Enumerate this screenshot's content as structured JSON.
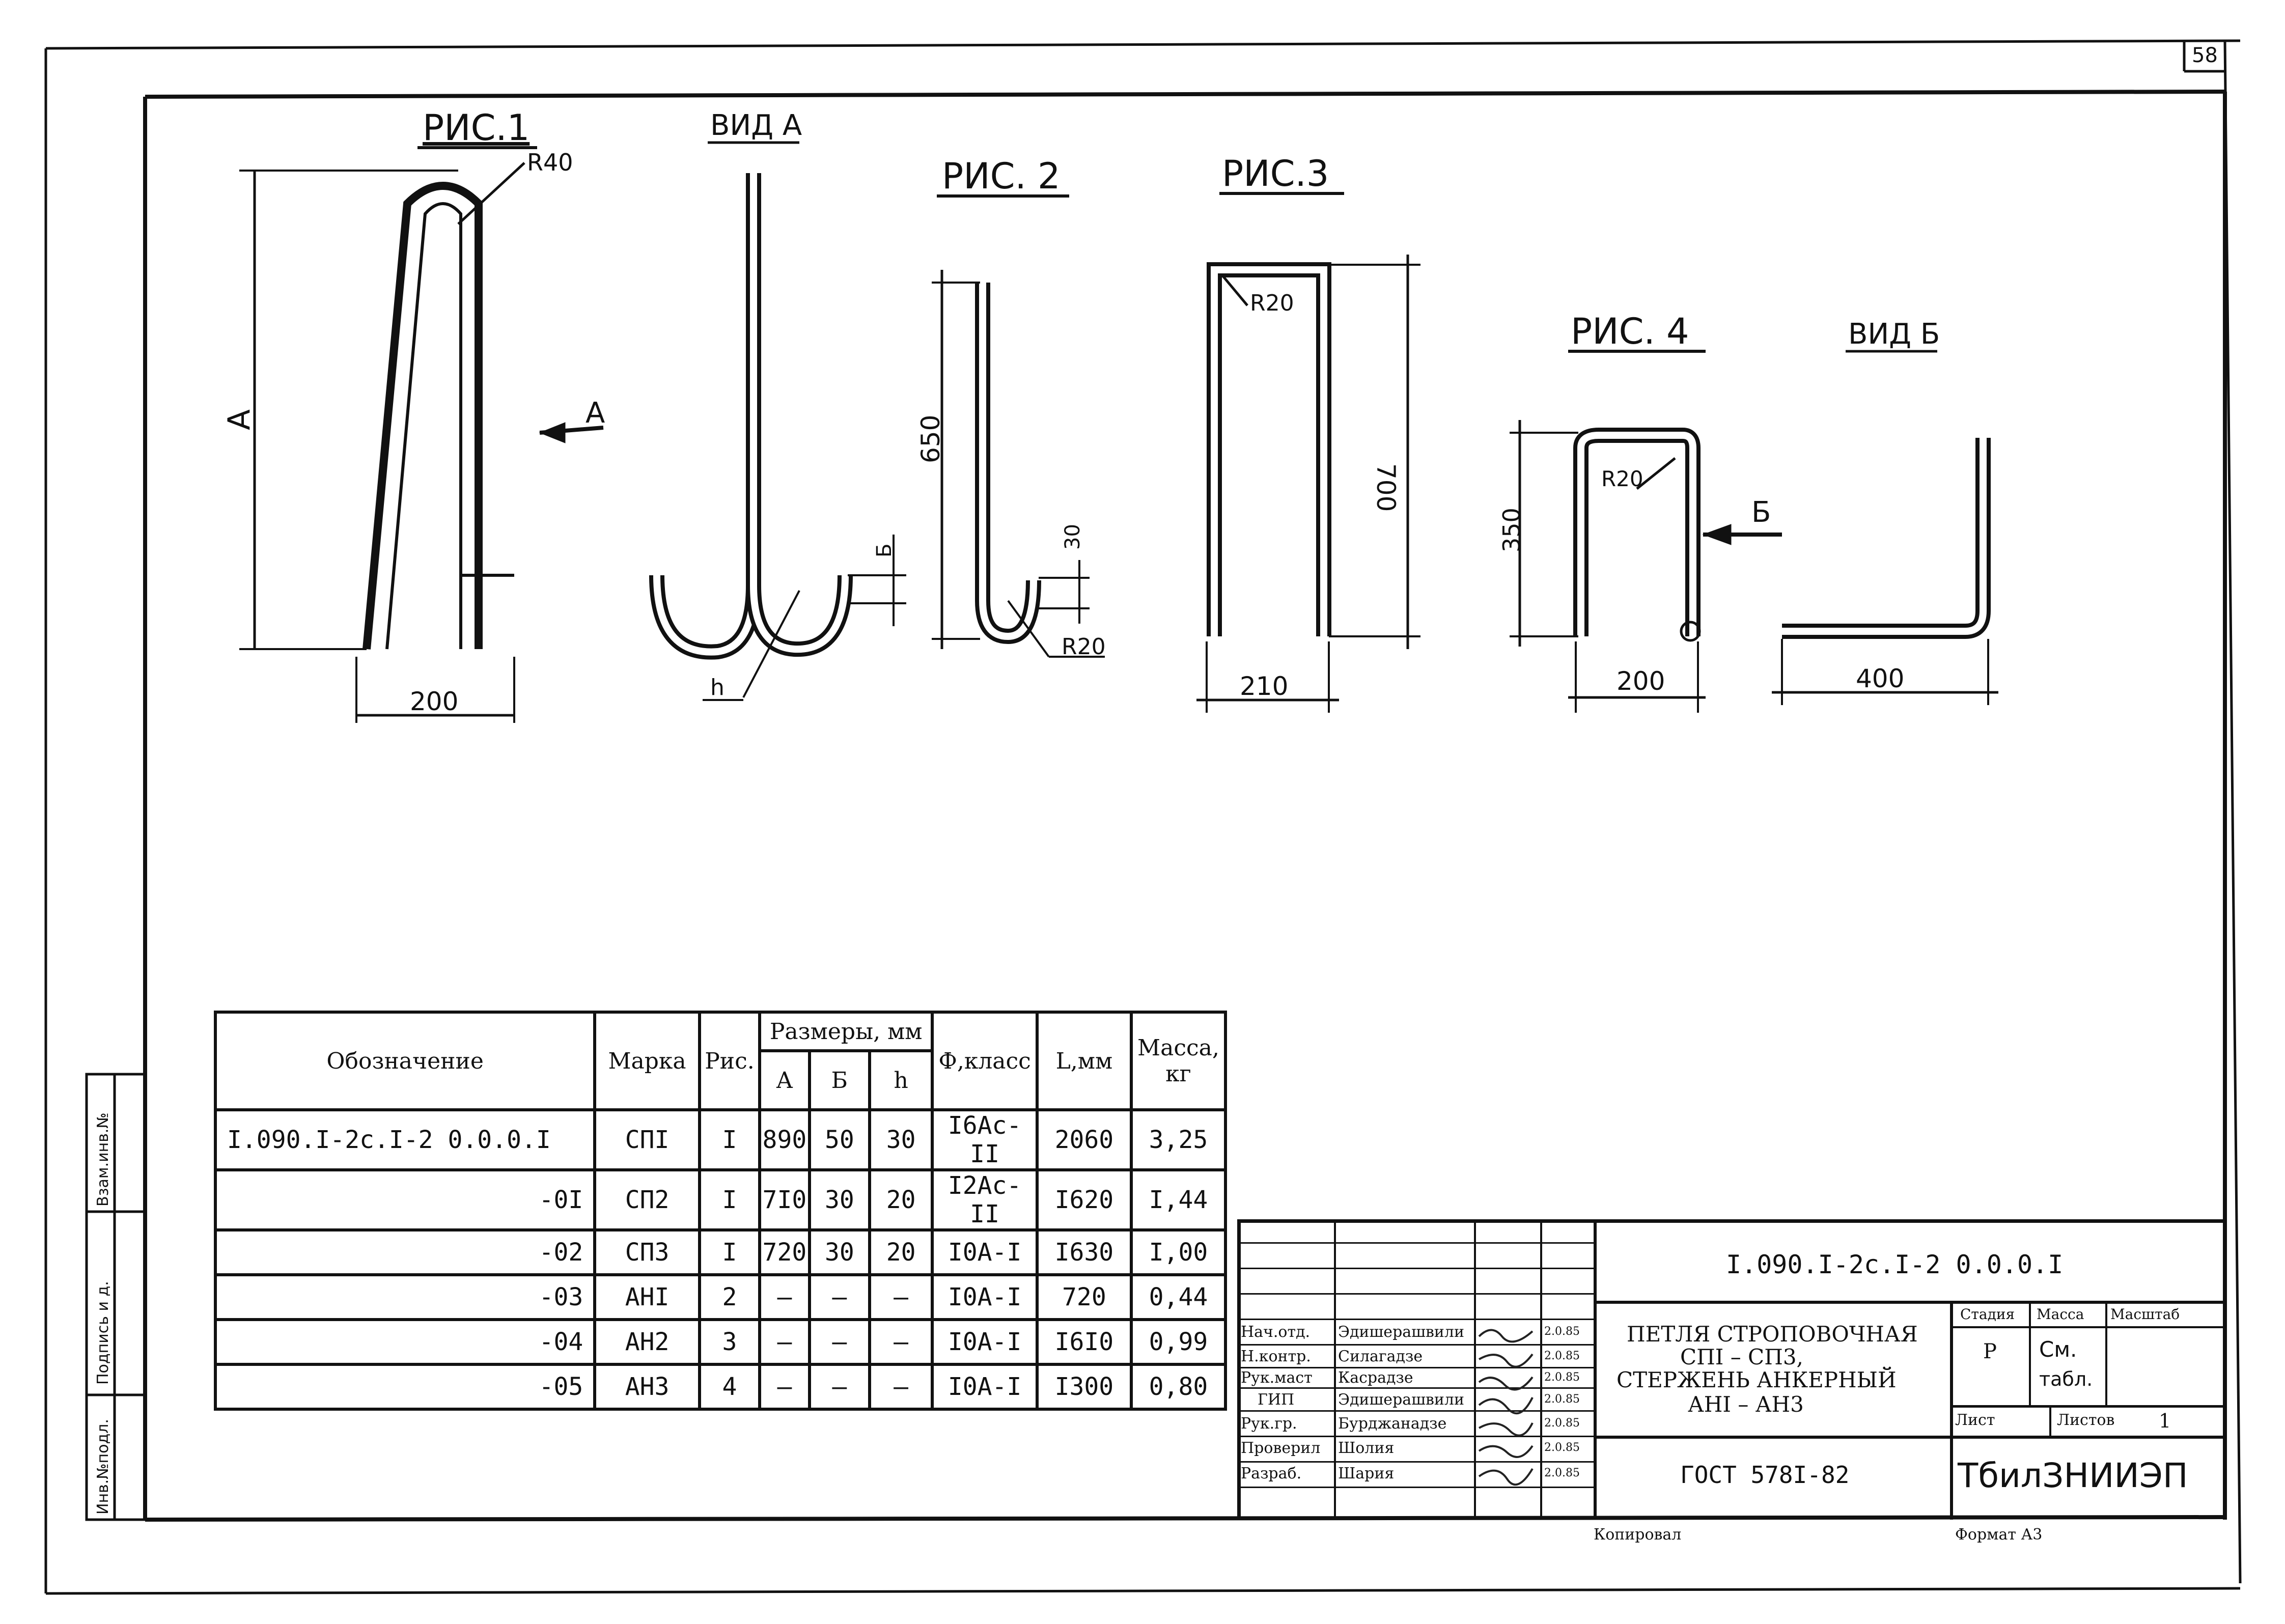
{
  "sheet_number": "58",
  "figures": {
    "fig1_label": "РИС.1",
    "viewA_label": "ВИД А",
    "fig2_label": "РИС. 2",
    "fig3_label": "РИС.3",
    "fig4_label": "РИС. 4",
    "viewB_label": "ВИД Б",
    "fig1_radius": "R40",
    "fig1_height": "А",
    "fig1_width": "200",
    "fig1_arrow": "А",
    "viewA_h": "h",
    "fig2_height": "650",
    "fig2_b": "Б",
    "fig2_30": "30",
    "fig2_radius": "R20",
    "fig3_radius": "R20",
    "fig3_height": "700",
    "fig3_width": "210",
    "fig4_radius": "R20",
    "fig4_height": "350",
    "fig4_width": "200",
    "fig4_arrow": "Б",
    "viewB_width": "400"
  },
  "table": {
    "headers": {
      "designation": "Обозначение",
      "mark": "Марка",
      "fig": "Рис.",
      "sizes": "Размеры, мм",
      "a": "А",
      "b": "Б",
      "h": "h",
      "class": "Ф,класс",
      "length": "L,мм",
      "mass": "Масса, кг"
    },
    "rows": [
      {
        "code": "I.090.I-2c.I-2 0.0.0.I",
        "mark": "СПI",
        "fig": "I",
        "a": "890",
        "b": "50",
        "h": "30",
        "class": "I6Ac-II",
        "length": "2060",
        "mass": "3,25"
      },
      {
        "code": "-0I",
        "mark": "СП2",
        "fig": "I",
        "a": "7I0",
        "b": "30",
        "h": "20",
        "class": "I2Ac-II",
        "length": "I620",
        "mass": "I,44"
      },
      {
        "code": "-02",
        "mark": "СП3",
        "fig": "I",
        "a": "720",
        "b": "30",
        "h": "20",
        "class": "I0A-I",
        "length": "I630",
        "mass": "I,00"
      },
      {
        "code": "-03",
        "mark": "АНI",
        "fig": "2",
        "a": "–",
        "b": "–",
        "h": "–",
        "class": "I0A-I",
        "length": "720",
        "mass": "0,44"
      },
      {
        "code": "-04",
        "mark": "АН2",
        "fig": "3",
        "a": "–",
        "b": "–",
        "h": "–",
        "class": "I0A-I",
        "length": "I6I0",
        "mass": "0,99"
      },
      {
        "code": "-05",
        "mark": "АН3",
        "fig": "4",
        "a": "–",
        "b": "–",
        "h": "–",
        "class": "I0A-I",
        "length": "I300",
        "mass": "0,80"
      }
    ]
  },
  "side_stamp": {
    "inv": "Инв.№подл.",
    "sign": "Подпись и д.",
    "replace": "Взам.инв.№"
  },
  "title_block": {
    "doc_code": "I.090.I-2c.I-2 0.0.0.I",
    "title_line1": "ПЕТЛЯ СТРОПОВОЧНАЯ",
    "title_line2": "СПI – СП3,",
    "title_line3": "СТЕРЖЕНЬ АНКЕРНЫЙ",
    "title_line4": "АНI – АН3",
    "standard": "ГОСТ 578I-82",
    "organization": "ТбилЗНИИЭП",
    "stage_label": "Стадия",
    "mass_label": "Масса",
    "scale_label": "Масштаб",
    "stage_value": "Р",
    "mass_value_1": "См.",
    "mass_value_2": "табл.",
    "sheet_label": "Лист",
    "sheets_label": "Листов",
    "sheets_value": "1",
    "roles": [
      {
        "role": "Нач.отд.",
        "name": "Эдишерашвили",
        "date": "2.0.85"
      },
      {
        "role": "Н.контр.",
        "name": "Силагадзе",
        "date": "2.0.85"
      },
      {
        "role": "Рук.маст",
        "name": "Касрадзе",
        "date": "2.0.85"
      },
      {
        "role": "ГИП",
        "name": "Эдишерашвили",
        "date": "2.0.85"
      },
      {
        "role": "Рук.гр.",
        "name": "Бурджанадзе",
        "date": "2.0.85"
      },
      {
        "role": "Проверил",
        "name": "Шолия",
        "date": "2.0.85"
      },
      {
        "role": "Разраб.",
        "name": "Шария",
        "date": "2.0.85"
      }
    ],
    "copied_label": "Копировал",
    "format_label": "Формат А3"
  }
}
